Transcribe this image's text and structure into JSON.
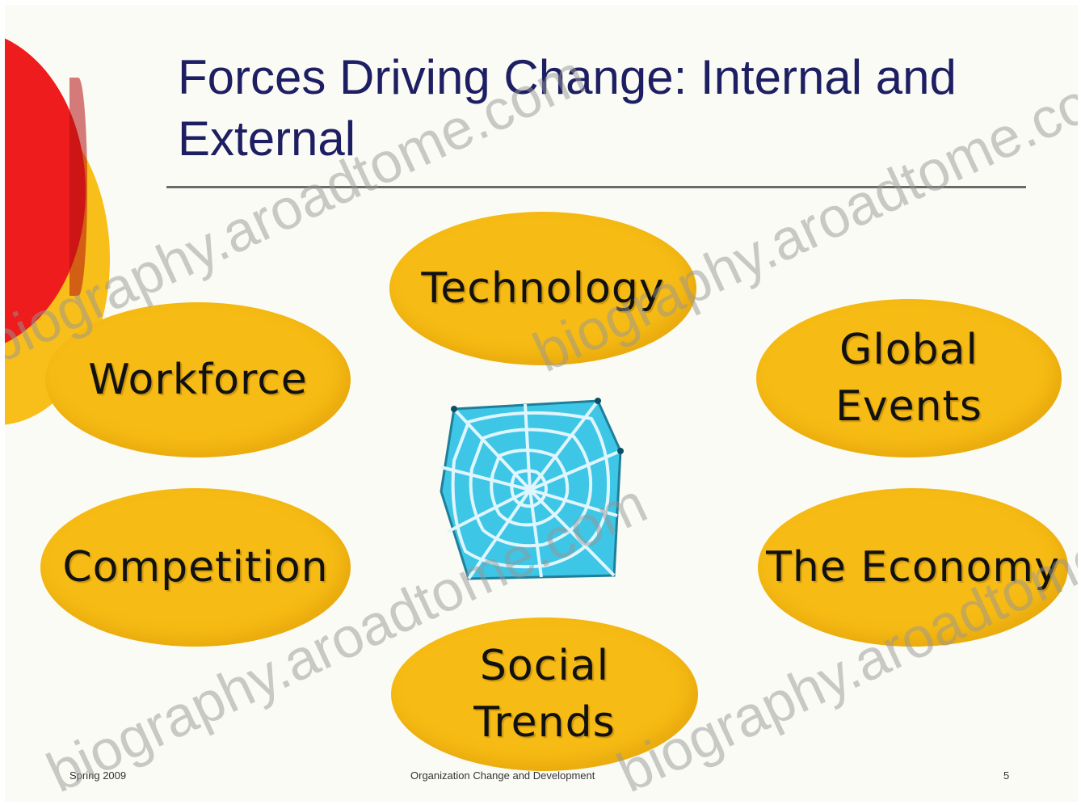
{
  "slide": {
    "title": "Forces Driving Change: Internal and External",
    "footer": {
      "left": "Spring 2009",
      "center": "Organization Change and Development",
      "right": "5"
    }
  },
  "nodes": [
    {
      "id": "technology",
      "label": "Technology"
    },
    {
      "id": "workforce",
      "label": "Workforce"
    },
    {
      "id": "global-events",
      "label": "Global\nEvents"
    },
    {
      "id": "competition",
      "label": "Competition"
    },
    {
      "id": "the-economy",
      "label": "The Economy"
    },
    {
      "id": "social-trends",
      "label": "Social\nTrends"
    }
  ],
  "center_icon": "spider-web-icon",
  "colors": {
    "node_fill": "#f6bb14",
    "title_text": "#1e1f63",
    "accent_red": "#ee1c1c",
    "accent_yellow": "#f8be1a",
    "web_fill": "#3ec6e6"
  },
  "watermarks": [
    "biography.aroadtome.com",
    "biography.aroadtome.com",
    "biography.aroadtome.com",
    "biography.aroadtome.com"
  ]
}
